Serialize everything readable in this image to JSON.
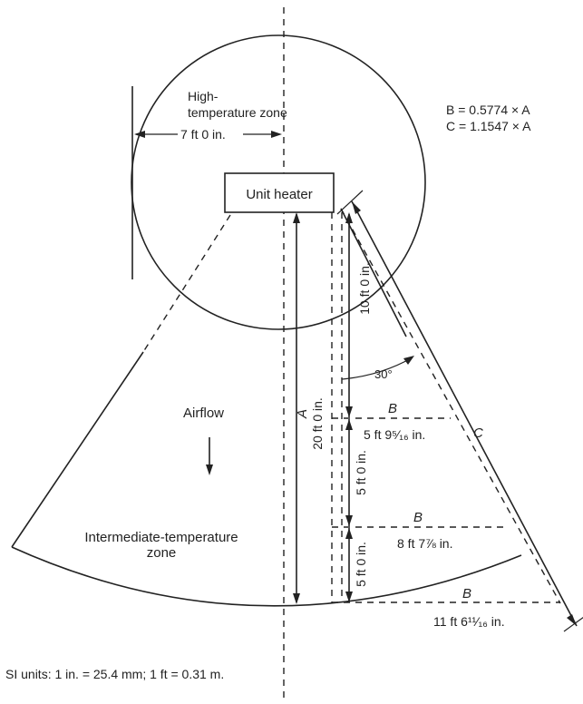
{
  "labels": {
    "high_temp_line1": "High-",
    "high_temp_line2": "temperature zone",
    "seven_ft": "7 ft 0 in.",
    "formula_b": "B = 0.5774 × A",
    "formula_c": "C = 1.1547 × A",
    "unit_heater": "Unit heater",
    "ten_ft": "10 ft 0 in.",
    "angle": "30°",
    "airflow": "Airflow",
    "a_letter": "A",
    "twenty_ft": "20 ft 0 in.",
    "b1_letter": "B",
    "b1_value": "5 ft 9⁵⁄₁₆ in.",
    "c_letter": "C",
    "five_ft_1": "5 ft 0 in.",
    "b2_letter": "B",
    "b2_value": "8 ft 7⅞ in.",
    "intermediate_line1": "Intermediate-temperature",
    "intermediate_line2": "zone",
    "five_ft_2": "5 ft 0 in.",
    "b3_letter": "B",
    "b3_value": "11 ft 6¹¹⁄₁₆ in.",
    "si_units": "SI units: 1 in. = 25.4 mm; 1 ft = 0.31 m."
  }
}
